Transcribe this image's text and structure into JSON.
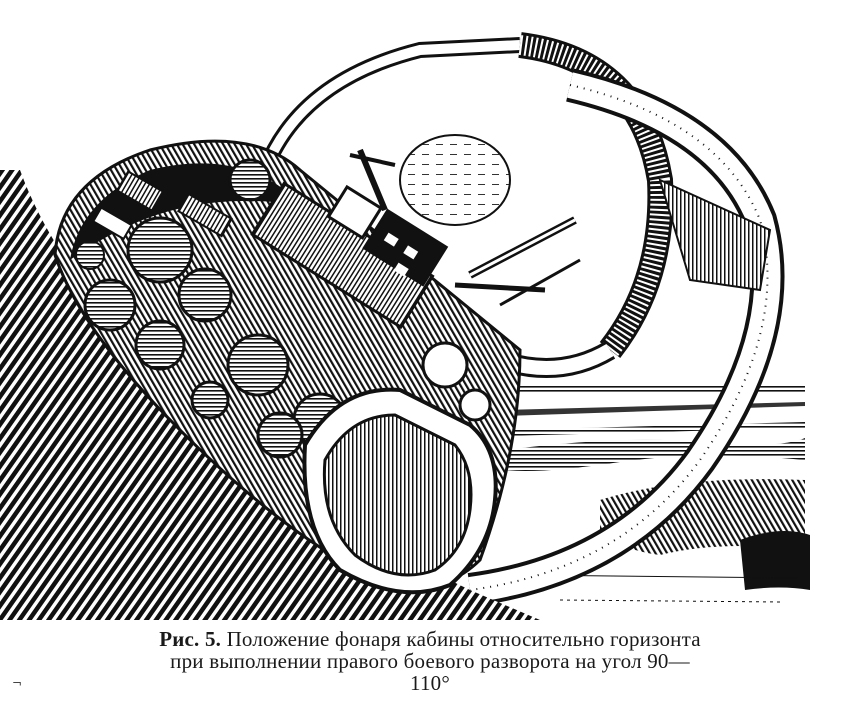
{
  "figure": {
    "illustration_icon": "cockpit-canopy-horizon-illustration",
    "ink_color": "#111111",
    "paper_color": "#ffffff"
  },
  "caption": {
    "label": "Рис. 5.",
    "line1": "Положение фонаря кабины относительно горизонта",
    "line2": "при выполнении правого боевого разворота на угол 90—",
    "line3": "110°"
  },
  "margin_mark": "¬"
}
